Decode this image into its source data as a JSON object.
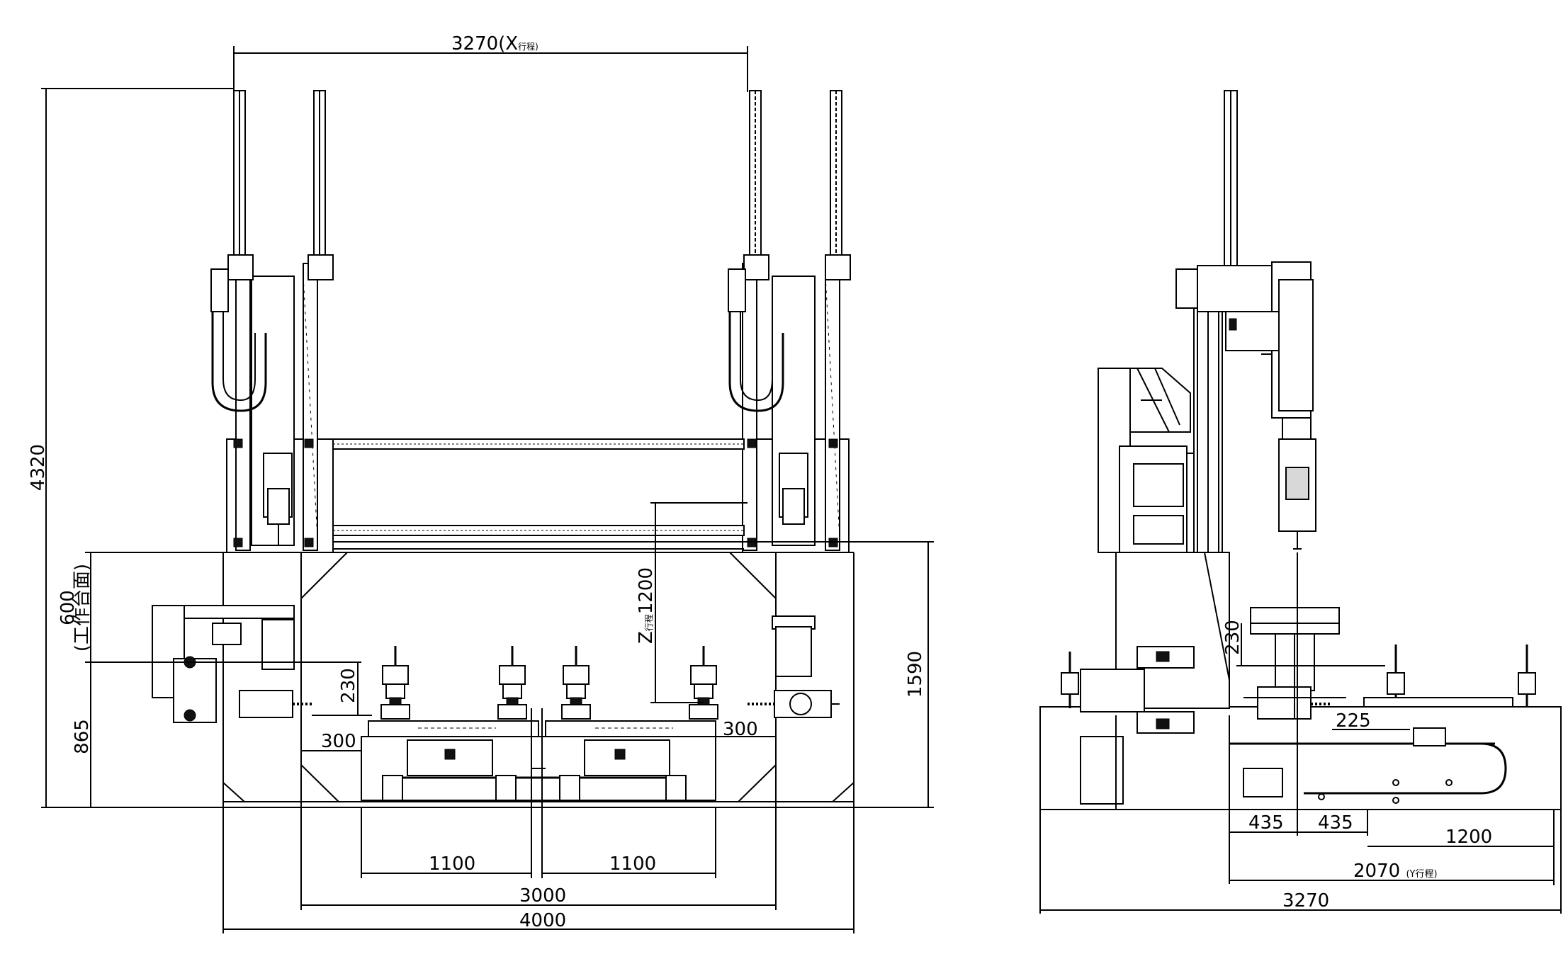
{
  "front_view": {
    "width_top": "3270(X",
    "width_top_suffix": "行程)",
    "height_total": "4320",
    "height_upper": "600",
    "height_upper_note": "(工作台面)",
    "height_lower": "865",
    "height_right": "1590",
    "z_stroke": "Z",
    "z_stroke_suffix": "行程",
    "z_stroke_value": "1200",
    "offset_230": "230",
    "offset_left": "300",
    "offset_right": "300",
    "table_left": "1100",
    "table_right": "1100",
    "inner_width": "3000",
    "overall_width": "4000"
  },
  "side_view": {
    "offset_230": "230",
    "offset_225": "225",
    "dim_435_left": "435",
    "dim_435_right": "435",
    "dim_1200": "1200",
    "y_stroke": "2070",
    "y_stroke_suffix": "(Y行程)",
    "overall_depth": "3270"
  }
}
